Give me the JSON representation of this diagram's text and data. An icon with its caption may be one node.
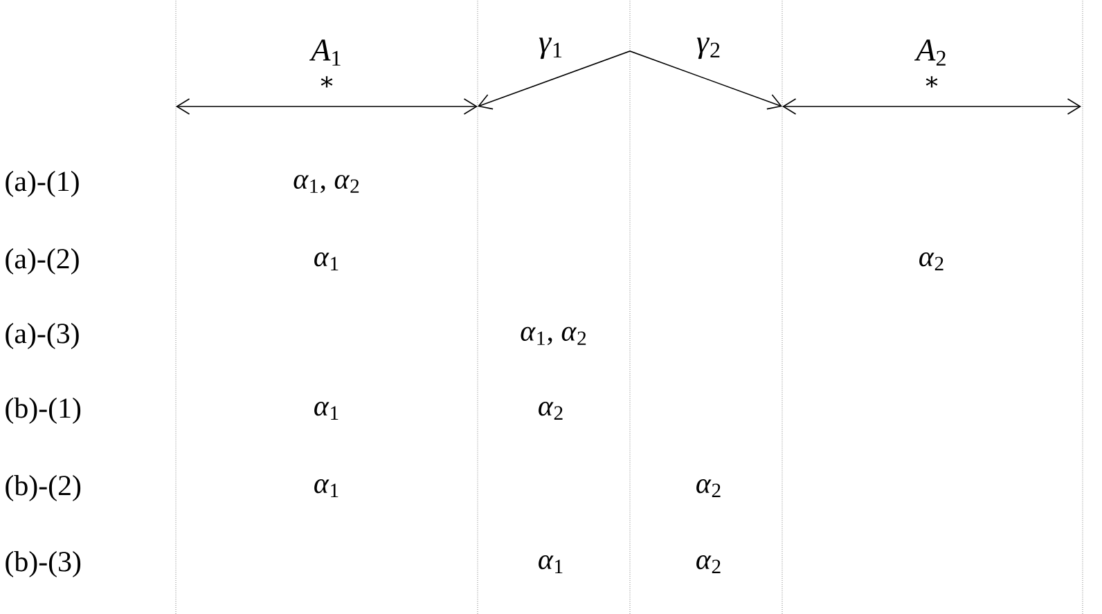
{
  "diagram": {
    "labels": [
      "*A*$_{1}$",
      "*γ*$_{1}$",
      "*γ*$_{2}$",
      "*A*$_{2}$",
      "∗",
      "∗",
      "(a)-(1)",
      "*α*$_{1}$, *α*$_{2}$",
      "(a)-(2)",
      "*α*$_{1}$",
      "*α*$_{2}$",
      "(a)-(3)",
      "*α*$_{1}$, *α*$_{2}$",
      "(b)-(1)",
      "*α*$_{1}$",
      "*α*$_{2}$",
      "(b)-(2)",
      "*α*$_{1}$",
      "*α*$_{2}$",
      "(b)-(3)",
      "*α*$_{1}$",
      "*α*$_{2}$"
    ]
  }
}
